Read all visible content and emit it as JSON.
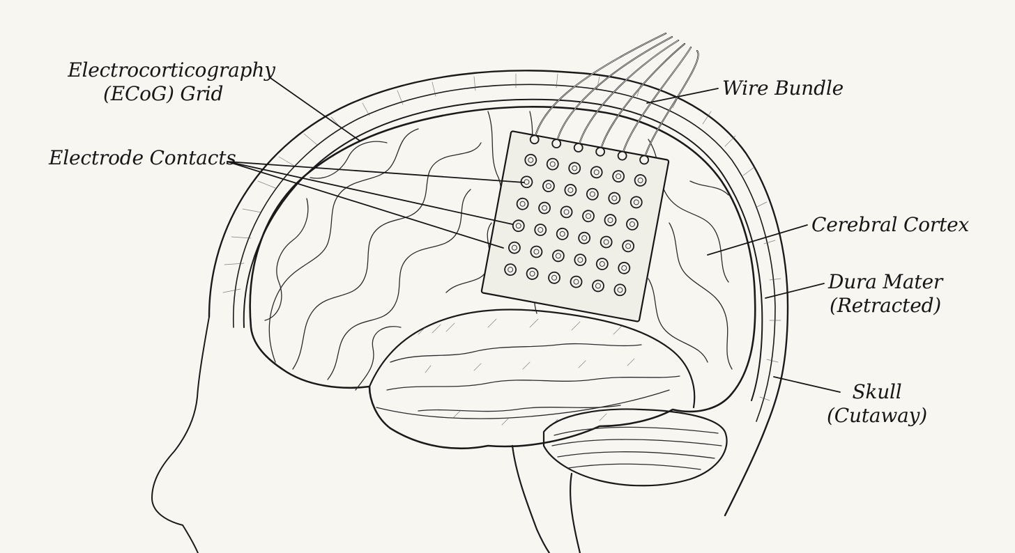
{
  "labels": {
    "ecog_grid": [
      "Electrocorticography",
      "(ECoG) Grid"
    ],
    "electrode_contacts": "Electrode Contacts",
    "wire_bundle": "Wire Bundle",
    "cerebral_cortex": "Cerebral Cortex",
    "dura_mater": [
      "Dura Mater",
      "(Retracted)"
    ],
    "skull": [
      "Skull",
      "(Cutaway)"
    ]
  },
  "grid": {
    "rows": 6,
    "columns": 6,
    "wire_count": 6
  },
  "colors": {
    "paper": "#f7f6f1",
    "ink": "#1a1a1a",
    "grid_fill": "#efeee7"
  }
}
